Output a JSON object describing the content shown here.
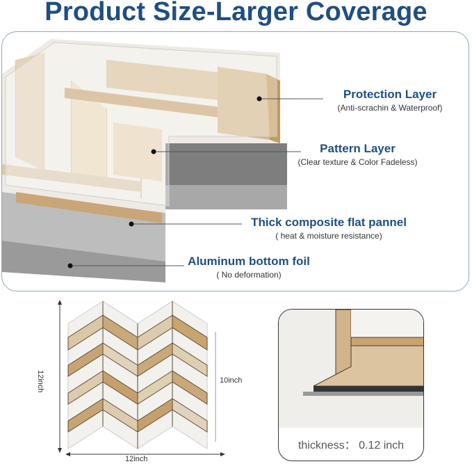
{
  "title": "Product Size-Larger Coverage",
  "layers": [
    {
      "name": "Protection Layer",
      "desc": "(Anti-scrachin & Waterproof)"
    },
    {
      "name": "Pattern Layer",
      "desc": "(Clear texture & Color Fadeless)"
    },
    {
      "name": "Thick composite flat pannel",
      "desc": "( heat & moisture resistance)"
    },
    {
      "name": "Aluminum bottom foil",
      "desc": "( No deformation)"
    }
  ],
  "dimensions": {
    "height": "12inch",
    "width": "12inch",
    "inner_height": "10inch"
  },
  "thickness": {
    "label": "thickness",
    "separator": "：",
    "value": "0.12 inch"
  },
  "colors": {
    "title": "#1f4f82",
    "tile_white": "#f2f2f0",
    "tile_tan": "#d8c3a0",
    "tile_gold": "#c9a16a",
    "shadow": "#8a8a8a"
  }
}
